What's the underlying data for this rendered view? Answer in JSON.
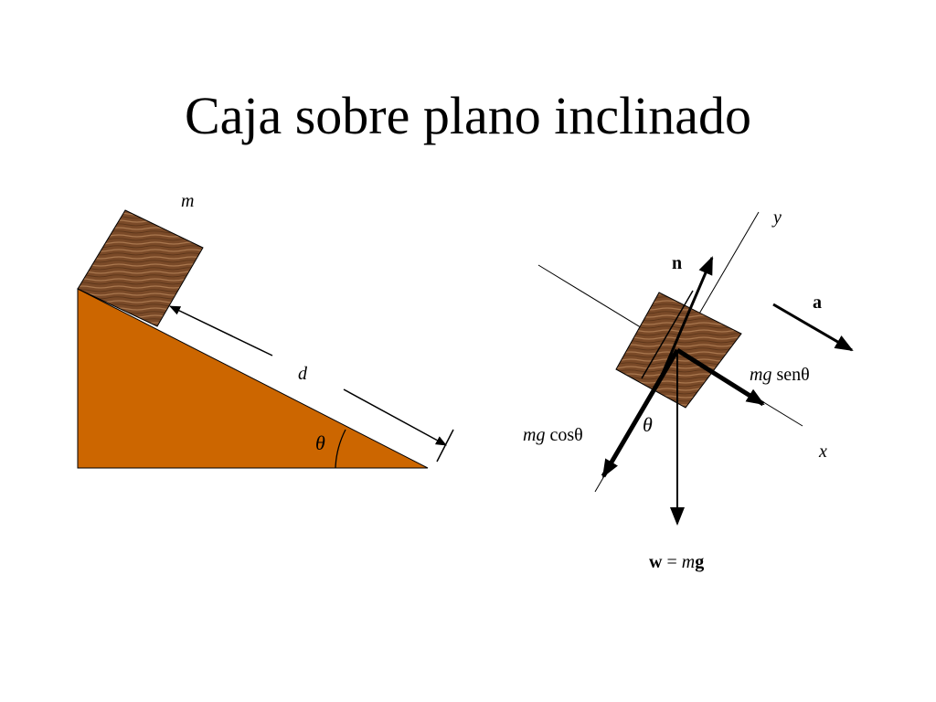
{
  "title": "Caja sobre plano inclinado",
  "colors": {
    "incline": "#CC6600",
    "box_wood": "#7A4A28",
    "box_grain": "#A9774E",
    "lines": "#000000"
  },
  "left_diagram": {
    "mass_label": "m",
    "distance_label": "d",
    "angle_label": "θ"
  },
  "right_diagram": {
    "axis_y_label": "y",
    "axis_x_label": "x",
    "normal_label": "n",
    "accel_label": "a",
    "parallel_component": {
      "prefix": "mg",
      "func": " senθ"
    },
    "perpendicular_component": {
      "prefix": "mg",
      "func": " cosθ"
    },
    "angle_label": "θ",
    "weight": {
      "w": "w",
      "eq": " = ",
      "m": "m",
      "g": "g"
    }
  }
}
